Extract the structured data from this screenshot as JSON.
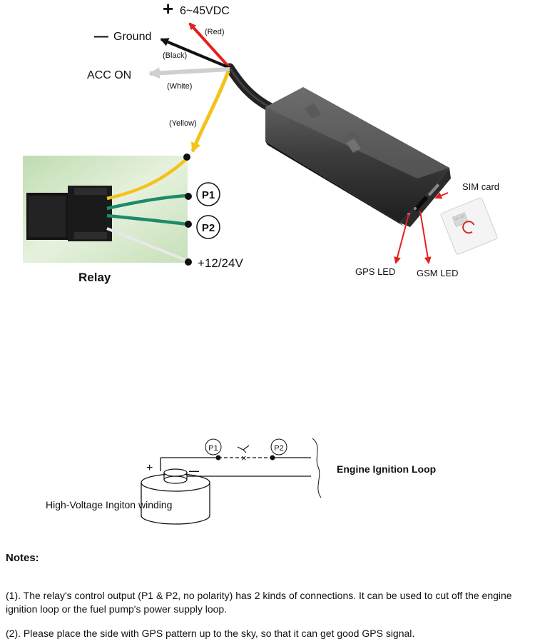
{
  "wires": {
    "power": {
      "sign": "+",
      "label": "6~45VDC",
      "color_note": "(Red)",
      "color": "#e3211c"
    },
    "ground": {
      "sign": "—",
      "label": "Ground",
      "color_note": "(Black)",
      "color": "#111111"
    },
    "acc": {
      "label": "ACC ON",
      "color_note": "(White)",
      "color": "#cfcfcf"
    },
    "yellow": {
      "color_note": "(Yellow)",
      "color": "#f4c21b"
    }
  },
  "relay": {
    "title": "Relay",
    "pins": {
      "p1": "P1",
      "p2": "P2",
      "supply": "+12/24V"
    },
    "panel_color": "#cfe6c4",
    "green_wire_color": "#1e8a6a"
  },
  "device": {
    "sim_label": "SIM card",
    "gps_led_label": "GPS LED",
    "gsm_led_label": "GSM LED"
  },
  "loop": {
    "p1": "P1",
    "p2": "P2",
    "plus": "+",
    "minus": "—",
    "coil_label": "High-Voltage Ingiton winding",
    "loop_label": "Engine Ignition Loop"
  },
  "notes": {
    "title": "Notes:",
    "n1": "(1). The relay's control output (P1 & P2, no polarity) has 2 kinds of connections. It can be used to cut off the engine ignition loop or the fuel pump's power supply loop.",
    "n2": "(2). Please place the side with GPS pattern up to the sky, so that it can get good GPS signal."
  }
}
